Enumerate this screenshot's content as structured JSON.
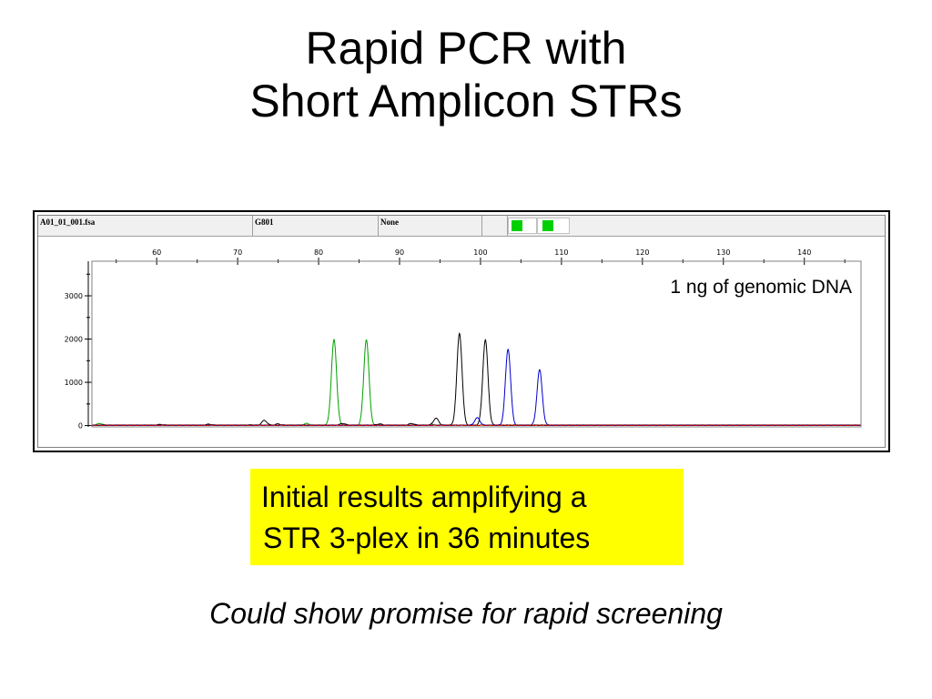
{
  "slide": {
    "title_line1": "Rapid PCR with",
    "title_line2": "Short Amplicon STRs",
    "caption_line1": "Initial results amplifying a",
    "caption_line2": "STR 3-plex in 36 minutes",
    "subtitle": "Could show promise for rapid screening"
  },
  "panel_header": {
    "file": "A01_01_001.fsa",
    "sample": "G801",
    "extra": "None",
    "indicator_color": "#00d000"
  },
  "chart_data": {
    "type": "line",
    "title": "",
    "annotation": "1 ng of genomic DNA",
    "xlabel": "",
    "ylabel": "",
    "xlim": [
      52,
      147
    ],
    "ylim": [
      -30,
      3800
    ],
    "x_ticks": [
      60,
      70,
      80,
      90,
      100,
      110,
      120,
      130,
      140
    ],
    "y_ticks": [
      0,
      1000,
      2000,
      3000
    ],
    "grid": false,
    "series": [
      {
        "color": "#00a000",
        "peaks": [
          {
            "x": 53.0,
            "h": 40
          },
          {
            "x": 71.5,
            "h": 10
          },
          {
            "x": 78.5,
            "h": 40
          },
          {
            "x": 81.9,
            "h": 1980
          },
          {
            "x": 85.9,
            "h": 1980
          },
          {
            "x": 94.0,
            "h": 20
          }
        ]
      },
      {
        "color": "#000000",
        "peaks": [
          {
            "x": 60.5,
            "h": 20
          },
          {
            "x": 66.5,
            "h": 25
          },
          {
            "x": 73.3,
            "h": 110
          },
          {
            "x": 75.0,
            "h": 30
          },
          {
            "x": 83.0,
            "h": 40
          },
          {
            "x": 87.5,
            "h": 30
          },
          {
            "x": 91.5,
            "h": 40
          },
          {
            "x": 94.5,
            "h": 160
          },
          {
            "x": 97.4,
            "h": 2120
          },
          {
            "x": 100.6,
            "h": 1970
          }
        ]
      },
      {
        "color": "#0000d0",
        "peaks": [
          {
            "x": 99.6,
            "h": 170
          },
          {
            "x": 103.4,
            "h": 1760
          },
          {
            "x": 107.3,
            "h": 1280
          }
        ]
      },
      {
        "color": "#d00000",
        "peaks": []
      }
    ]
  }
}
